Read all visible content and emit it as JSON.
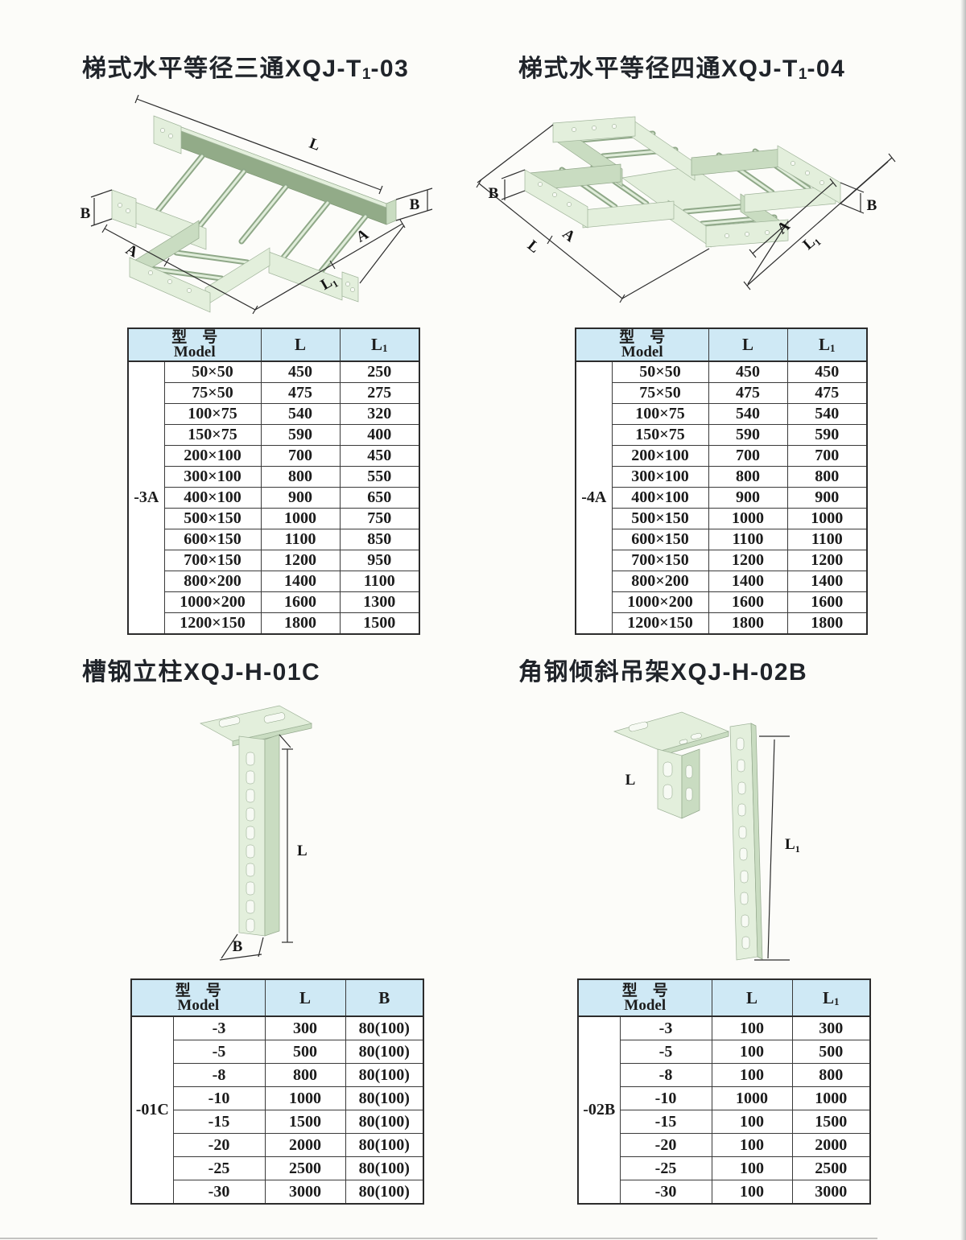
{
  "colors": {
    "header_bg": "#cfe9f5",
    "table_border": "#2c2c2c",
    "tray_light": "#e3efdc",
    "tray_mid": "#c9dcc1",
    "tray_dark": "#92ab88",
    "dim_line": "#2d2d2d"
  },
  "sections": [
    {
      "id": "xqj-t1-03",
      "title": {
        "pre": "梯式水平等径三通XQJ-T",
        "sub": "1",
        "post": "-03"
      },
      "dims": {
        "L": "L",
        "B_left": "B",
        "B_right": "B",
        "A_left": "A",
        "A_right": "A",
        "L1": "L",
        "L1_sub": "1"
      },
      "table": {
        "group": "-3A",
        "head": {
          "model_cn": "型　号",
          "model_en": "Model",
          "col2": "L",
          "col3": "L",
          "col3_sub": "1"
        },
        "rows": [
          [
            "50×50",
            "450",
            "250"
          ],
          [
            "75×50",
            "475",
            "275"
          ],
          [
            "100×75",
            "540",
            "320"
          ],
          [
            "150×75",
            "590",
            "400"
          ],
          [
            "200×100",
            "700",
            "450"
          ],
          [
            "300×100",
            "800",
            "550"
          ],
          [
            "400×100",
            "900",
            "650"
          ],
          [
            "500×150",
            "1000",
            "750"
          ],
          [
            "600×150",
            "1100",
            "850"
          ],
          [
            "700×150",
            "1200",
            "950"
          ],
          [
            "800×200",
            "1400",
            "1100"
          ],
          [
            "1000×200",
            "1600",
            "1300"
          ],
          [
            "1200×150",
            "1800",
            "1500"
          ]
        ]
      }
    },
    {
      "id": "xqj-t1-04",
      "title": {
        "pre": "梯式水平等径四通XQJ-T",
        "sub": "1",
        "post": "-04"
      },
      "dims": {
        "L": "L",
        "B_left": "B",
        "B_right": "B",
        "A_left": "A",
        "A_right": "A",
        "L1": "L",
        "L1_sub": "1"
      },
      "table": {
        "group": "-4A",
        "head": {
          "model_cn": "型　号",
          "model_en": "Model",
          "col2": "L",
          "col3": "L",
          "col3_sub": "1"
        },
        "rows": [
          [
            "50×50",
            "450",
            "450"
          ],
          [
            "75×50",
            "475",
            "475"
          ],
          [
            "100×75",
            "540",
            "540"
          ],
          [
            "150×75",
            "590",
            "590"
          ],
          [
            "200×100",
            "700",
            "700"
          ],
          [
            "300×100",
            "800",
            "800"
          ],
          [
            "400×100",
            "900",
            "900"
          ],
          [
            "500×150",
            "1000",
            "1000"
          ],
          [
            "600×150",
            "1100",
            "1100"
          ],
          [
            "700×150",
            "1200",
            "1200"
          ],
          [
            "800×200",
            "1400",
            "1400"
          ],
          [
            "1000×200",
            "1600",
            "1600"
          ],
          [
            "1200×150",
            "1800",
            "1800"
          ]
        ]
      }
    },
    {
      "id": "xqj-h-01c",
      "title": {
        "pre": "槽钢立柱XQJ-H-01C",
        "sub": "",
        "post": ""
      },
      "dims": {
        "L": "L",
        "B": "B"
      },
      "table": {
        "group": "-01C",
        "head": {
          "model_cn": "型　号",
          "model_en": "Model",
          "col2": "L",
          "col3": "B",
          "col3_sub": ""
        },
        "rows": [
          [
            "-3",
            "300",
            "80(100)"
          ],
          [
            "-5",
            "500",
            "80(100)"
          ],
          [
            "-8",
            "800",
            "80(100)"
          ],
          [
            "-10",
            "1000",
            "80(100)"
          ],
          [
            "-15",
            "1500",
            "80(100)"
          ],
          [
            "-20",
            "2000",
            "80(100)"
          ],
          [
            "-25",
            "2500",
            "80(100)"
          ],
          [
            "-30",
            "3000",
            "80(100)"
          ]
        ]
      }
    },
    {
      "id": "xqj-h-02b",
      "title": {
        "pre": "角钢倾斜吊架XQJ-H-02B",
        "sub": "",
        "post": ""
      },
      "dims": {
        "L": "L",
        "L1": "L",
        "L1_sub": "1"
      },
      "table": {
        "group": "-02B",
        "head": {
          "model_cn": "型　号",
          "model_en": "Model",
          "col2": "L",
          "col3": "L",
          "col3_sub": "1"
        },
        "rows": [
          [
            "-3",
            "100",
            "300"
          ],
          [
            "-5",
            "100",
            "500"
          ],
          [
            "-8",
            "100",
            "800"
          ],
          [
            "-10",
            "1000",
            "1000"
          ],
          [
            "-15",
            "100",
            "1500"
          ],
          [
            "-20",
            "100",
            "2000"
          ],
          [
            "-25",
            "100",
            "2500"
          ],
          [
            "-30",
            "100",
            "3000"
          ]
        ]
      }
    }
  ]
}
